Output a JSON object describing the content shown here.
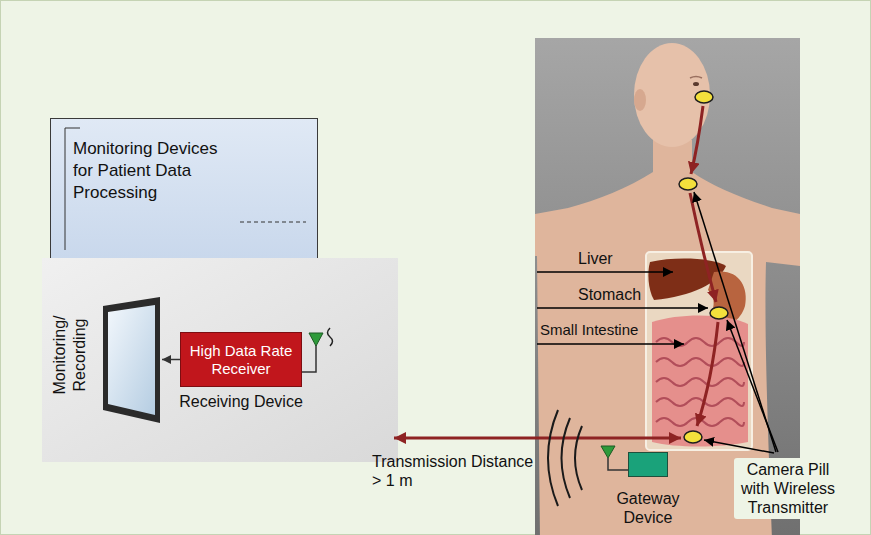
{
  "diagram": {
    "nodes": [
      {
        "text": [
          "Monitoring Devices for Patient Data Processing"
        ]
      },
      {
        "text": [
          "Monitoring/ Recording"
        ]
      },
      {
        "text": [
          "High Data Rate Receiver",
          "Receiving Device"
        ]
      },
      {
        "text": [
          "Gateway Device"
        ]
      }
    ],
    "edges": [
      {
        "from": 2,
        "to": 1,
        "arrow": "to"
      }
    ],
    "labels": [
      "Liver",
      "Stomach",
      "Small Intestine",
      "Transmission Distance > 1 m",
      "Camera Pill with Wireless Transmitter"
    ]
  }
}
